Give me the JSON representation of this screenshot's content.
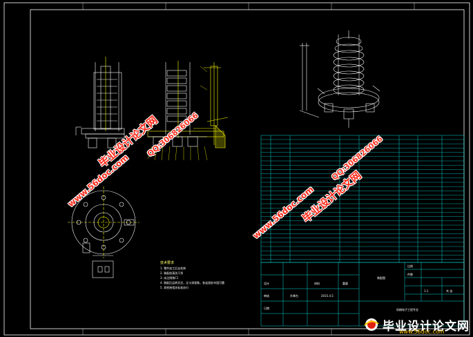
{
  "drawing": {
    "notes_title": "技术要求",
    "notes": [
      "1. 零件加工后去毛刺",
      "2. 装配前清洗干净",
      "3. 未注倒角C1",
      "4. 装配后运转灵活，无卡滞现象，各连接处牢固可靠",
      "5. 其他按相关标准执行"
    ],
    "title_block": {
      "drawing_name": "装配图",
      "school": "机械电子工程专业",
      "scale_label": "比例",
      "qty_label": "件数",
      "scale_value": "1:1",
      "sheet_label": "共 张",
      "designer_label": "设计",
      "checker_label": "审核",
      "material_label": "材料",
      "weight_label": "重量",
      "date_label": "日期",
      "name_cell": "升降台",
      "code_cell": "2015.4.5"
    }
  },
  "watermarks": {
    "site_cn": "毕业设计论文网",
    "site_url": "www.56doc.com",
    "qq": "QQ:306826066"
  },
  "footer_logo": {
    "text": "毕业设计论文网",
    "url": "www.56doc.com"
  },
  "colors": {
    "background": "#000000",
    "frame": "#ffffff",
    "table_lines": "#00d8d8",
    "drawing_lines": "#ffffff",
    "yellow": "#ffff00",
    "watermark": "#ff2a1a"
  }
}
